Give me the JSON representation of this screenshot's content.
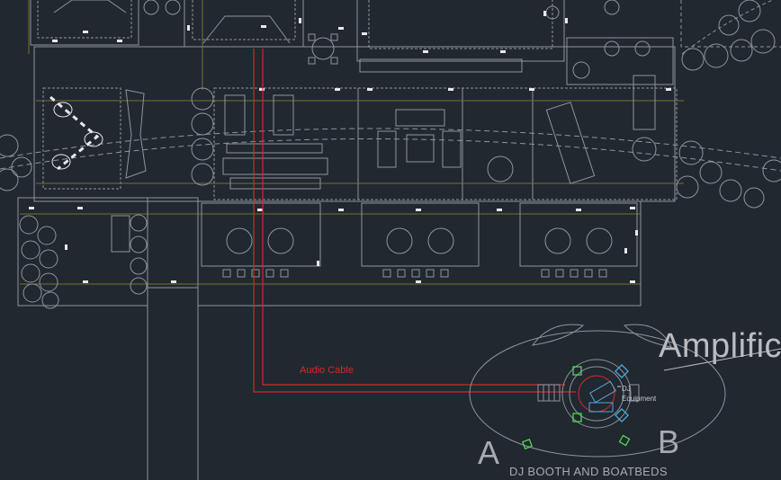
{
  "labels": {
    "audio_cable": "Audio Cable",
    "amplifier": "Amplific",
    "dj_line1": "DJ",
    "dj_line2": "Equipment",
    "section_a": "A",
    "section_b": "B",
    "title": "DJ BOOTH AND BOATBEDS"
  },
  "colors": {
    "background": "#212830",
    "linework": "#8e949c",
    "bright": "#e7e9eb",
    "grid_line": "#74742e",
    "cable": "#d42a2a",
    "green_equipment": "#4ed84e",
    "blue_equipment": "#4fa8e0"
  }
}
